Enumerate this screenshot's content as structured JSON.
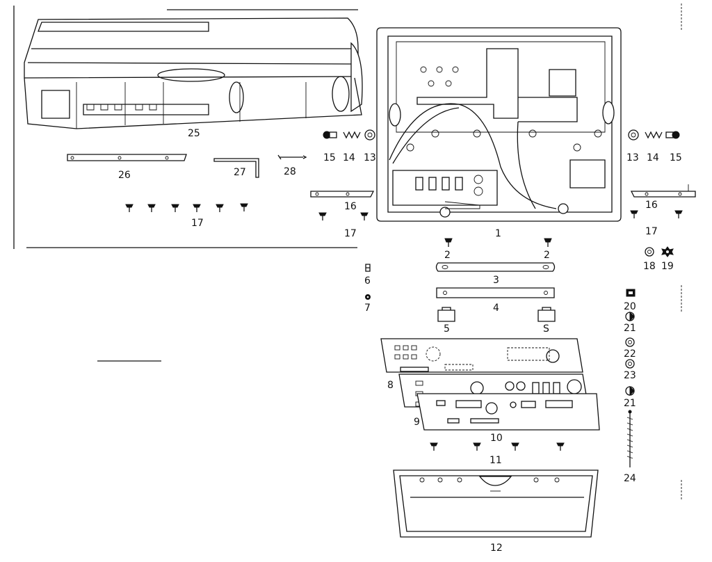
{
  "diagram": {
    "parts": [
      {
        "key": "p1",
        "label": "1"
      },
      {
        "key": "p2",
        "label": "2"
      },
      {
        "key": "p3",
        "label": "3"
      },
      {
        "key": "p4",
        "label": "4"
      },
      {
        "key": "p5",
        "label": "5"
      },
      {
        "key": "p6",
        "label": "6"
      },
      {
        "key": "p7",
        "label": "7"
      },
      {
        "key": "p8",
        "label": "8"
      },
      {
        "key": "p9",
        "label": "9"
      },
      {
        "key": "p10",
        "label": "10"
      },
      {
        "key": "p11",
        "label": "11"
      },
      {
        "key": "p12",
        "label": "12"
      },
      {
        "key": "p13",
        "label": "13"
      },
      {
        "key": "p14",
        "label": "14"
      },
      {
        "key": "p15",
        "label": "15"
      },
      {
        "key": "p16",
        "label": "16"
      },
      {
        "key": "p17",
        "label": "17"
      },
      {
        "key": "p18",
        "label": "18"
      },
      {
        "key": "p19",
        "label": "19"
      },
      {
        "key": "p20",
        "label": "20"
      },
      {
        "key": "p21",
        "label": "21"
      },
      {
        "key": "p22",
        "label": "22"
      },
      {
        "key": "p23",
        "label": "23"
      },
      {
        "key": "p24",
        "label": "24"
      },
      {
        "key": "p25",
        "label": "25"
      },
      {
        "key": "p26",
        "label": "26"
      },
      {
        "key": "p27",
        "label": "27"
      },
      {
        "key": "p28",
        "label": "28"
      }
    ],
    "label_5_alt": "S",
    "line_color": "#111111",
    "background": "#ffffff"
  }
}
